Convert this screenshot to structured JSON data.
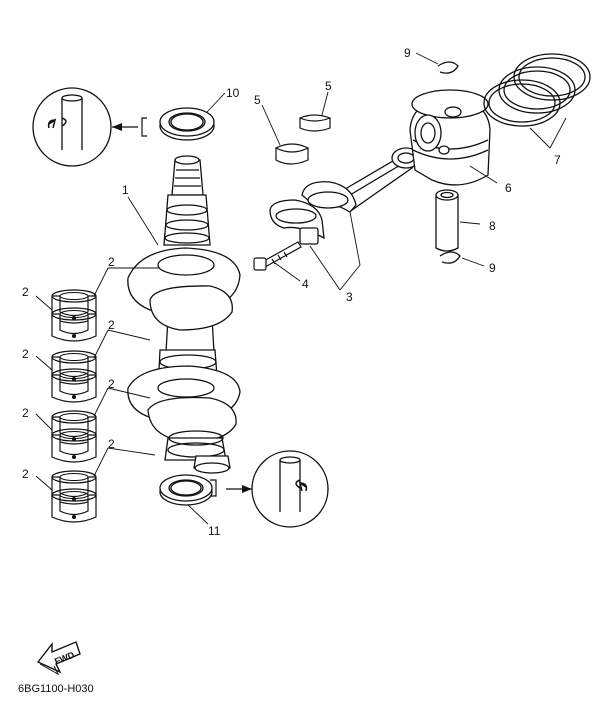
{
  "diagram": {
    "callouts": {
      "crankshaft": "1",
      "main_bearing": "2",
      "connecting_rod": "3",
      "rod_bolt": "4",
      "rod_bearing": "5",
      "piston": "6",
      "piston_ring_set": "7",
      "piston_pin": "8",
      "pin_clip": "9",
      "upper_oil_seal": "10",
      "lower_oil_seal": "11"
    },
    "fwd_label": "FWD",
    "drawing_code": "6BG1100-H030"
  },
  "colors": {
    "line": "#111111",
    "fill": "#ffffff",
    "shade": "#cfcfcf"
  }
}
